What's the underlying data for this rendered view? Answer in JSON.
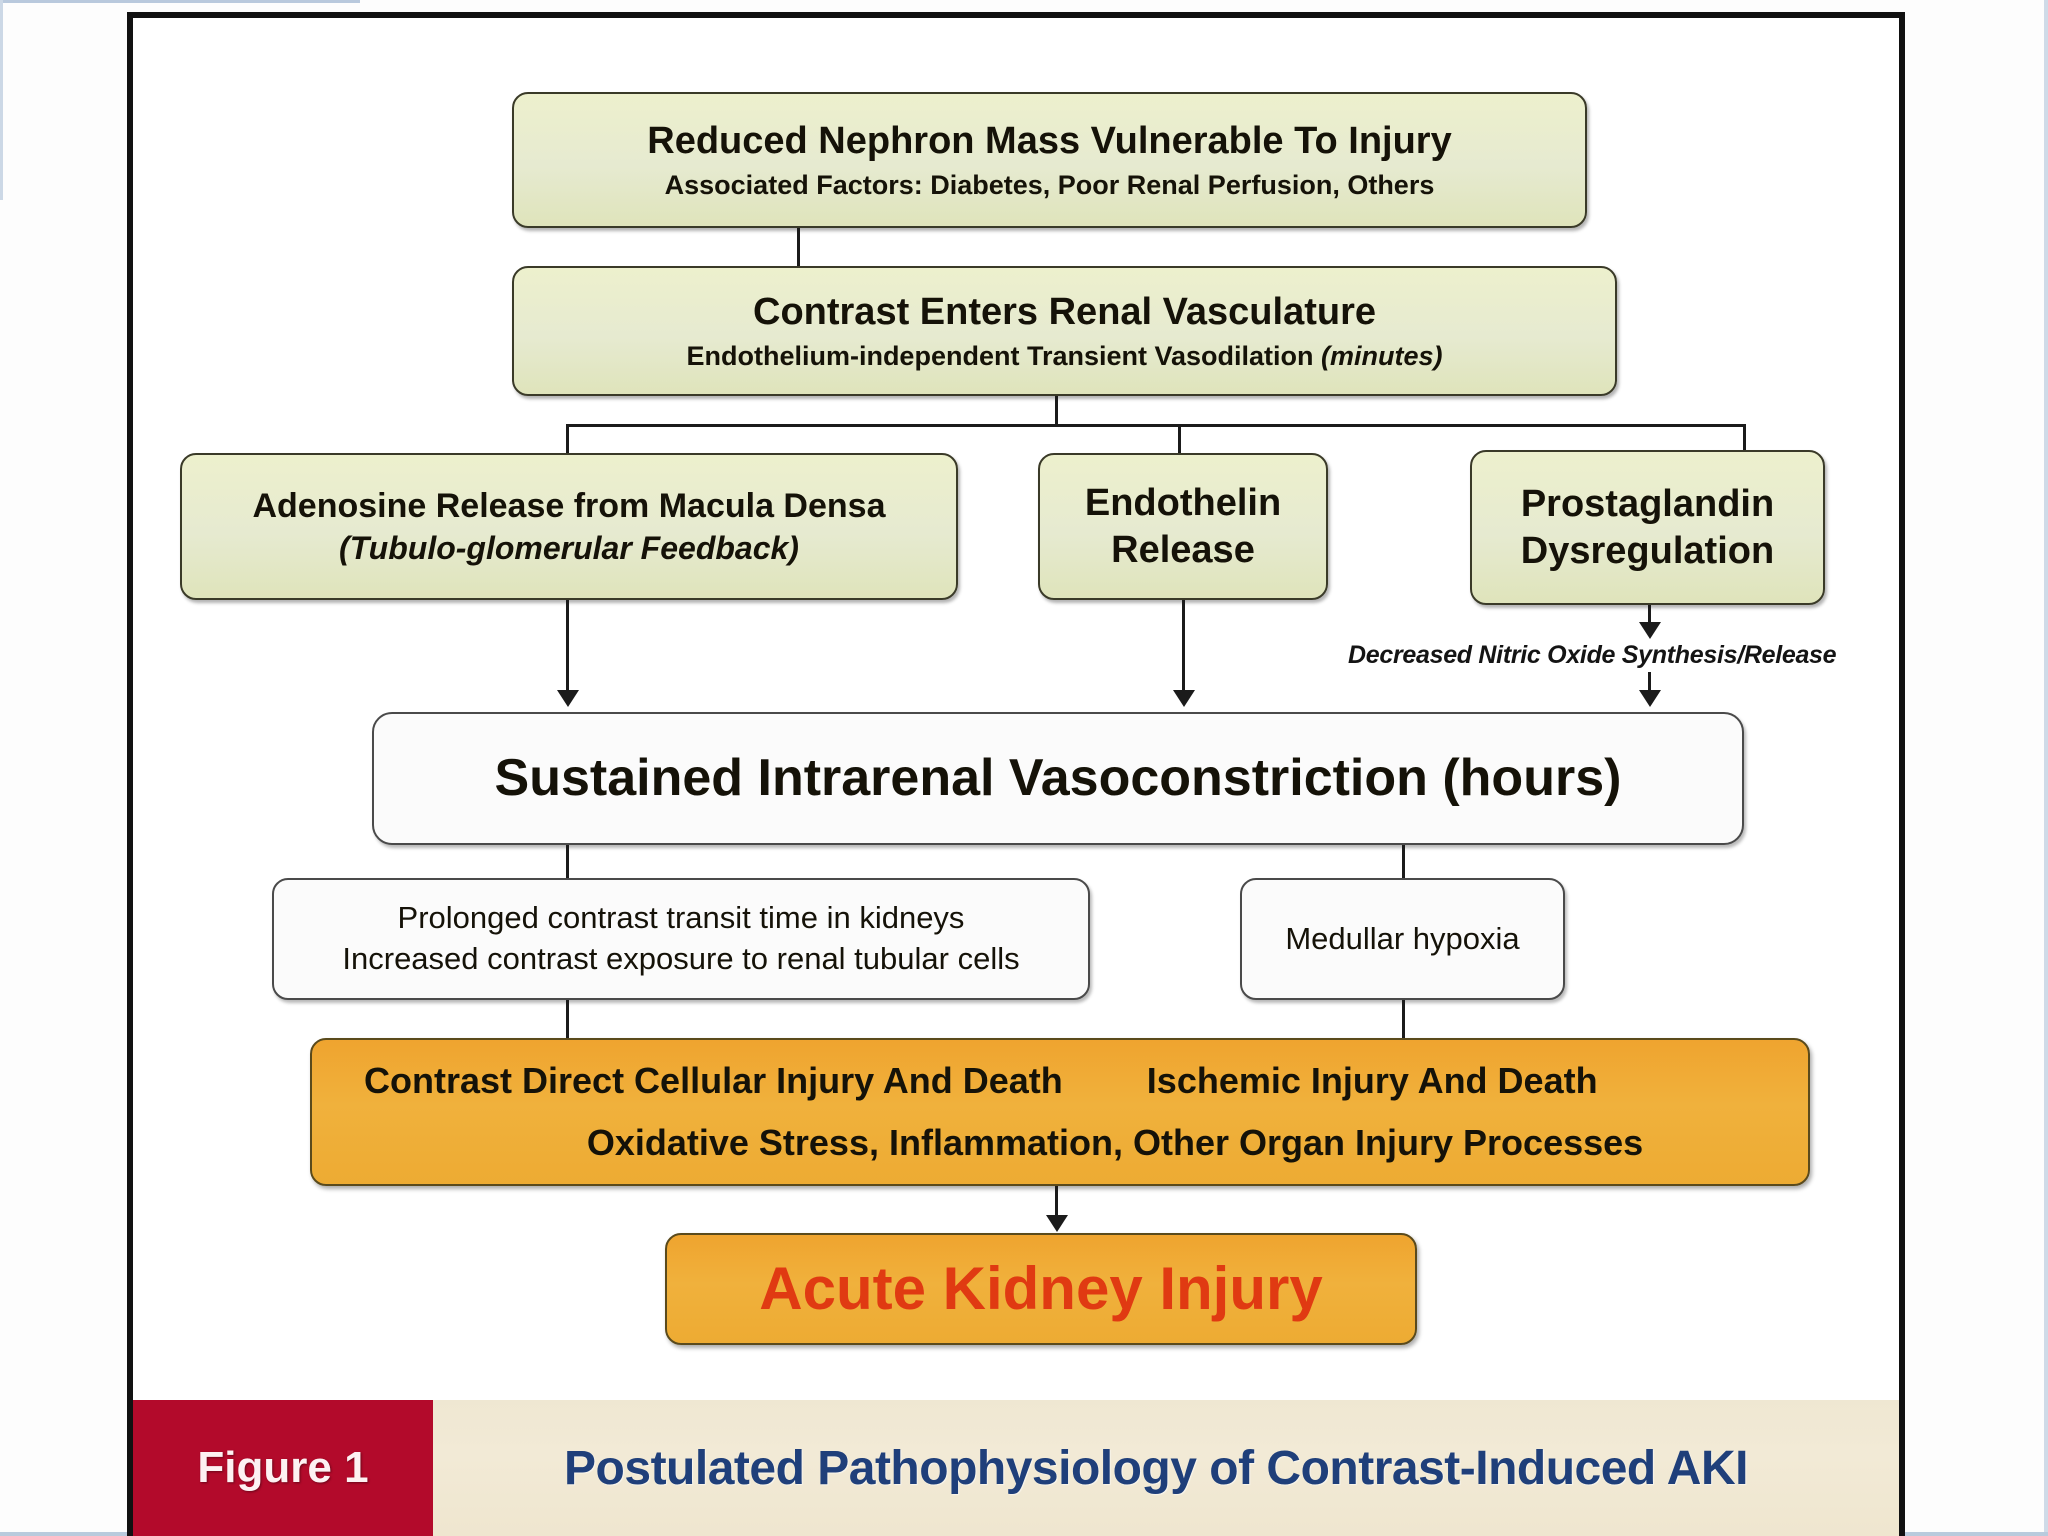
{
  "figure": {
    "badge": "Figure 1",
    "title": "Postulated Pathophysiology of Contrast-Induced AKI",
    "badge_color": "#b30a2b",
    "title_color": "#1f3f7a",
    "caption_bg": "#efe7d2"
  },
  "palette": {
    "green_box": "#e6ead0",
    "white_box": "#fbfbfb",
    "orange_box": "#f0b13c",
    "aki_text": "#e03a12",
    "frame": "#111111"
  },
  "nodes": {
    "reduced_nephron": {
      "title": "Reduced Nephron Mass Vulnerable To Injury",
      "subtitle": "Associated Factors:  Diabetes, Poor Renal Perfusion, Others"
    },
    "contrast_enters": {
      "title": "Contrast Enters Renal Vasculature",
      "subtitle": "Endothelium-independent Transient Vasodilation ",
      "subtitle_italic": "(minutes)"
    },
    "adenosine": {
      "title": "Adenosine Release from Macula Densa",
      "subtitle_italic": "(Tubulo-glomerular Feedback)"
    },
    "endothelin": {
      "line1": "Endothelin",
      "line2": "Release"
    },
    "prostaglandin": {
      "line1": "Prostaglandin",
      "line2": "Dysregulation"
    },
    "nitric_oxide_note": "Decreased Nitric Oxide Synthesis/Release",
    "vasoconstriction": {
      "title": "Sustained Intrarenal Vasoconstriction (hours)"
    },
    "prolonged_transit": {
      "line1": "Prolonged contrast transit time in kidneys",
      "line2": "Increased contrast exposure to renal tubular cells"
    },
    "medullary_hypoxia": {
      "title": "Medullar hypoxia"
    },
    "injury_death": {
      "left": "Contrast Direct Cellular Injury And Death",
      "right": "Ischemic Injury And Death",
      "bottom": "Oxidative Stress, Inflammation, Other Organ Injury Processes"
    },
    "aki": {
      "title": "Acute Kidney Injury"
    }
  }
}
